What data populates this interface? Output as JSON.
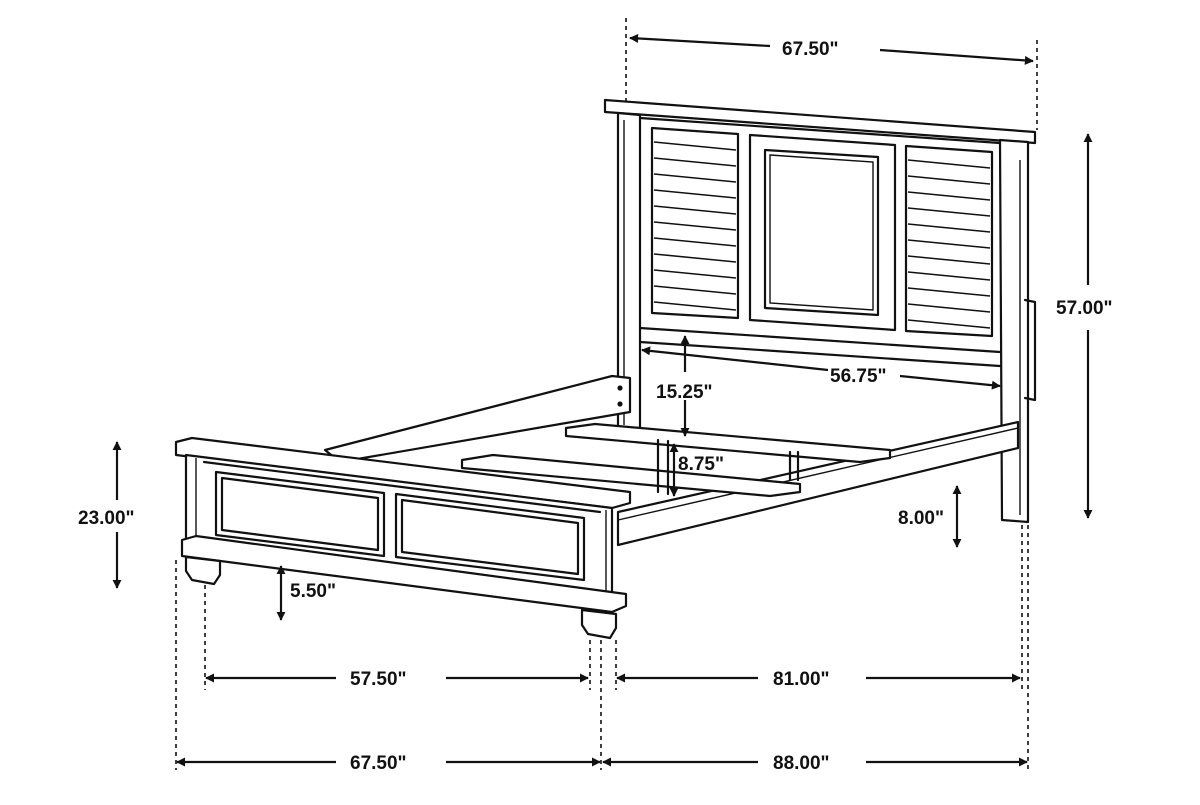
{
  "dimensions": {
    "headboard_width": "67.50\"",
    "headboard_height": "57.00\"",
    "headboard_inner_width": "56.75\"",
    "headboard_clearance": "15.25\"",
    "rail_depth": "8.75\"",
    "side_rail_height": "8.00\"",
    "footboard_height": "23.00\"",
    "leg_height": "5.50\"",
    "inner_width": "57.50\"",
    "inner_length": "81.00\"",
    "overall_width": "67.50\"",
    "overall_length": "88.00\""
  },
  "colors": {
    "line": "#111111",
    "background": "#ffffff"
  }
}
